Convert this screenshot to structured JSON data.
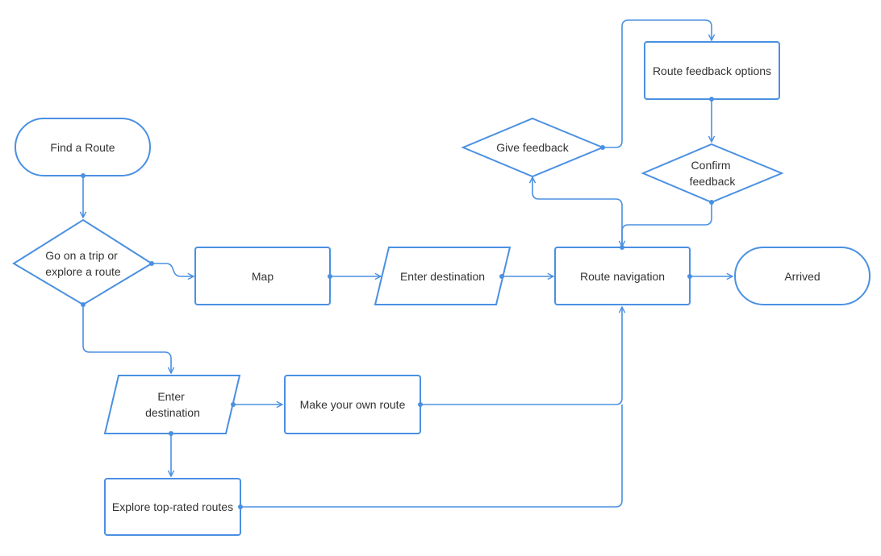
{
  "colors": {
    "stroke": "#4a90e2",
    "text": "#333333",
    "background": "#ffffff"
  },
  "nodes": {
    "find_route": {
      "lines": [
        "Find a Route"
      ]
    },
    "go_on_trip": {
      "lines": [
        "Go on a trip or",
        "explore a route"
      ]
    },
    "map": {
      "lines": [
        "Map"
      ]
    },
    "enter_destination_top": {
      "lines": [
        "Enter destination"
      ]
    },
    "route_navigation": {
      "lines": [
        "Route navigation"
      ]
    },
    "arrived": {
      "lines": [
        "Arrived"
      ]
    },
    "give_feedback": {
      "lines": [
        "Give feedback"
      ]
    },
    "route_feedback_options": {
      "lines": [
        "Route feedback options"
      ]
    },
    "confirm_feedback": {
      "lines": [
        "Confirm",
        "feedback"
      ]
    },
    "enter_destination_bottom": {
      "lines": [
        "Enter",
        "destination"
      ]
    },
    "make_own_route": {
      "lines": [
        "Make your own route"
      ]
    },
    "explore_top_rated": {
      "lines": [
        "Explore top-rated routes"
      ]
    }
  }
}
